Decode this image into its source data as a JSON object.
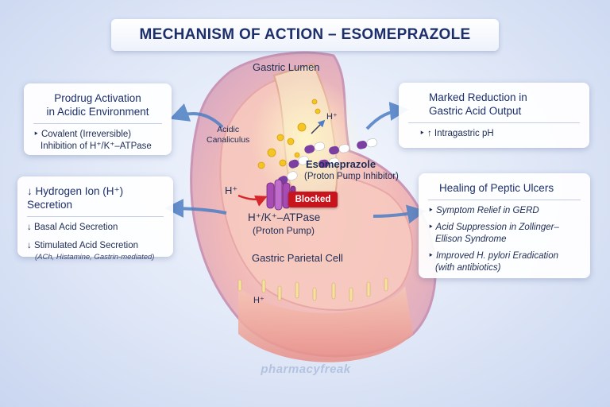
{
  "title": "MECHANISM OF ACTION – ESOMEPRAZOLE",
  "diagram": {
    "gastric_lumen": "Gastric Lumen",
    "acidic_canaliculus_line1": "Acidic",
    "acidic_canaliculus_line2": "Canaliculus",
    "h_plus_top": "H⁺",
    "h_plus_left": "H⁺",
    "h_plus_bottom": "H⁺",
    "drug_name": "Esomeprazole",
    "drug_class": "(Proton Pump Inhibitor)",
    "blocked": "Blocked",
    "pump_name": "H⁺/K⁺–ATPase",
    "pump_alias": "(Proton Pump)",
    "cell_label": "Gastric Parietal Cell",
    "watermark": "pharmacyfreak",
    "colors": {
      "blocked": "#c8151d",
      "title": "#1d2f6b",
      "pump": "#9b3fa8",
      "arrow": "#4d7fc4"
    }
  },
  "boxes": {
    "prodrug": {
      "title_line1": "Prodrug Activation",
      "title_line2": "in Acidic Environment",
      "items": [
        "‣ Covalent (Irreversible)",
        "Inhibition of H⁺/K⁺–ATPase"
      ]
    },
    "reduction": {
      "title_line1": "Marked Reduction in",
      "title_line2": "Gastric Acid Output",
      "items": [
        "‣ ↑ Intragastric pH"
      ]
    },
    "hydrogen": {
      "title": "↓ Hydrogen Ion (H⁺) Secretion",
      "items": [
        "↓ Basal Acid Secretion",
        "↓ Stimulated Acid Secretion"
      ],
      "note": "(ACh, Histamine, Gastrin-mediated)"
    },
    "healing": {
      "title": "Healing of Peptic Ulcers",
      "items": [
        "‣ Symptom Relief in GERD",
        "‣ Acid Suppression in Zollinger–",
        "Ellison Syndrome",
        "‣ Improved H. pylori Eradication",
        "(with antibiotics)"
      ]
    }
  }
}
